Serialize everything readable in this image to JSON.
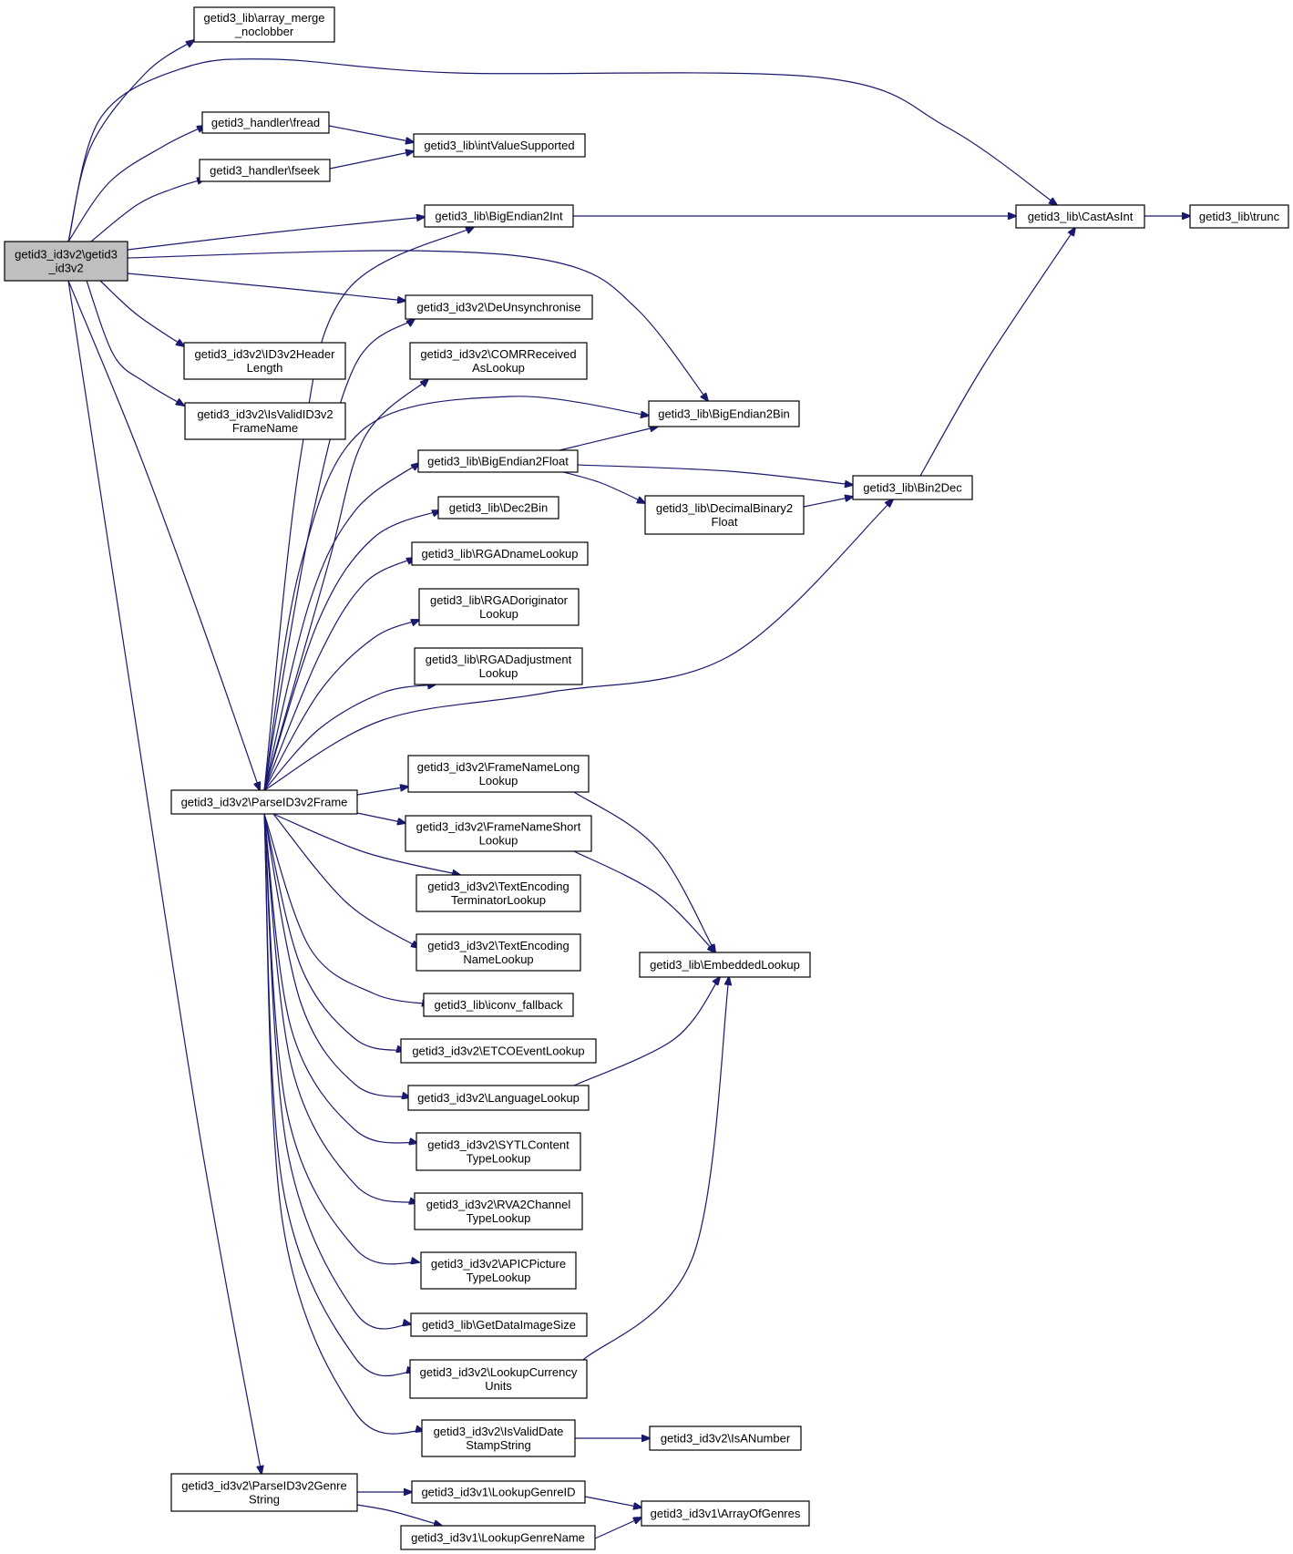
{
  "colors": {
    "edge": "#191970",
    "root_fill": "#bfbfbf",
    "node_fill": "#ffffff",
    "border": "#000000"
  },
  "nodes": [
    {
      "id": "root",
      "lines": [
        "getid3_id3v2\\getid3",
        "_id3v2"
      ],
      "root": true
    },
    {
      "id": "array_merge",
      "lines": [
        "getid3_lib\\array_merge",
        "_noclobber"
      ]
    },
    {
      "id": "fread",
      "lines": [
        "getid3_handler\\fread"
      ]
    },
    {
      "id": "fseek",
      "lines": [
        "getid3_handler\\fseek"
      ]
    },
    {
      "id": "intValueSupported",
      "lines": [
        "getid3_lib\\intValueSupported"
      ]
    },
    {
      "id": "BigEndian2Int",
      "lines": [
        "getid3_lib\\BigEndian2Int"
      ]
    },
    {
      "id": "CastAsInt",
      "lines": [
        "getid3_lib\\CastAsInt"
      ]
    },
    {
      "id": "trunc",
      "lines": [
        "getid3_lib\\trunc"
      ]
    },
    {
      "id": "DeUnsynchronise",
      "lines": [
        "getid3_id3v2\\DeUnsynchronise"
      ]
    },
    {
      "id": "ID3v2HeaderLength",
      "lines": [
        "getid3_id3v2\\ID3v2Header",
        "Length"
      ]
    },
    {
      "id": "COMR",
      "lines": [
        "getid3_id3v2\\COMRReceived",
        "AsLookup"
      ]
    },
    {
      "id": "IsValidID3v2FrameName",
      "lines": [
        "getid3_id3v2\\IsValidID3v2",
        "FrameName"
      ]
    },
    {
      "id": "BigEndian2Bin",
      "lines": [
        "getid3_lib\\BigEndian2Bin"
      ]
    },
    {
      "id": "BigEndian2Float",
      "lines": [
        "getid3_lib\\BigEndian2Float"
      ]
    },
    {
      "id": "Bin2Dec",
      "lines": [
        "getid3_lib\\Bin2Dec"
      ]
    },
    {
      "id": "DecimalBinary2Float",
      "lines": [
        "getid3_lib\\DecimalBinary2",
        "Float"
      ]
    },
    {
      "id": "Dec2Bin",
      "lines": [
        "getid3_lib\\Dec2Bin"
      ]
    },
    {
      "id": "RGADname",
      "lines": [
        "getid3_lib\\RGADnameLookup"
      ]
    },
    {
      "id": "RGADoriginator",
      "lines": [
        "getid3_lib\\RGADoriginator",
        "Lookup"
      ]
    },
    {
      "id": "RGADadjustment",
      "lines": [
        "getid3_lib\\RGADadjustment",
        "Lookup"
      ]
    },
    {
      "id": "FrameNameLong",
      "lines": [
        "getid3_id3v2\\FrameNameLong",
        "Lookup"
      ]
    },
    {
      "id": "ParseID3v2Frame",
      "lines": [
        "getid3_id3v2\\ParseID3v2Frame"
      ]
    },
    {
      "id": "FrameNameShort",
      "lines": [
        "getid3_id3v2\\FrameNameShort",
        "Lookup"
      ]
    },
    {
      "id": "TextEncTerm",
      "lines": [
        "getid3_id3v2\\TextEncoding",
        "TerminatorLookup"
      ]
    },
    {
      "id": "TextEncName",
      "lines": [
        "getid3_id3v2\\TextEncoding",
        "NameLookup"
      ]
    },
    {
      "id": "EmbeddedLookup",
      "lines": [
        "getid3_lib\\EmbeddedLookup"
      ]
    },
    {
      "id": "iconv",
      "lines": [
        "getid3_lib\\iconv_fallback"
      ]
    },
    {
      "id": "ETCO",
      "lines": [
        "getid3_id3v2\\ETCOEventLookup"
      ]
    },
    {
      "id": "Language",
      "lines": [
        "getid3_id3v2\\LanguageLookup"
      ]
    },
    {
      "id": "SYTL",
      "lines": [
        "getid3_id3v2\\SYTLContent",
        "TypeLookup"
      ]
    },
    {
      "id": "RVA2",
      "lines": [
        "getid3_id3v2\\RVA2Channel",
        "TypeLookup"
      ]
    },
    {
      "id": "APIC",
      "lines": [
        "getid3_id3v2\\APICPicture",
        "TypeLookup"
      ]
    },
    {
      "id": "GetDataImageSize",
      "lines": [
        "getid3_lib\\GetDataImageSize"
      ]
    },
    {
      "id": "LookupCurrency",
      "lines": [
        "getid3_id3v2\\LookupCurrency",
        "Units"
      ]
    },
    {
      "id": "IsValidDate",
      "lines": [
        "getid3_id3v2\\IsValidDate",
        "StampString"
      ]
    },
    {
      "id": "IsANumber",
      "lines": [
        "getid3_id3v2\\IsANumber"
      ]
    },
    {
      "id": "ParseGenre",
      "lines": [
        "getid3_id3v2\\ParseID3v2Genre",
        "String"
      ]
    },
    {
      "id": "LookupGenreID",
      "lines": [
        "getid3_id3v1\\LookupGenreID"
      ]
    },
    {
      "id": "ArrayOfGenres",
      "lines": [
        "getid3_id3v1\\ArrayOfGenres"
      ]
    },
    {
      "id": "LookupGenreName",
      "lines": [
        "getid3_id3v1\\LookupGenreName"
      ]
    }
  ],
  "edges": [
    [
      "root",
      "array_merge"
    ],
    [
      "root",
      "CastAsInt"
    ],
    [
      "root",
      "fread"
    ],
    [
      "root",
      "fseek"
    ],
    [
      "root",
      "BigEndian2Int"
    ],
    [
      "root",
      "BigEndian2Bin"
    ],
    [
      "root",
      "DeUnsynchronise"
    ],
    [
      "root",
      "ID3v2HeaderLength"
    ],
    [
      "root",
      "IsValidID3v2FrameName"
    ],
    [
      "root",
      "ParseID3v2Frame"
    ],
    [
      "root",
      "ParseGenre"
    ],
    [
      "fread",
      "intValueSupported"
    ],
    [
      "fseek",
      "intValueSupported"
    ],
    [
      "BigEndian2Int",
      "CastAsInt"
    ],
    [
      "CastAsInt",
      "trunc"
    ],
    [
      "BigEndian2Float",
      "BigEndian2Bin"
    ],
    [
      "BigEndian2Float",
      "Bin2Dec"
    ],
    [
      "BigEndian2Float",
      "DecimalBinary2Float"
    ],
    [
      "DecimalBinary2Float",
      "Bin2Dec"
    ],
    [
      "Bin2Dec",
      "CastAsInt"
    ],
    [
      "ParseID3v2Frame",
      "BigEndian2Int"
    ],
    [
      "ParseID3v2Frame",
      "DeUnsynchronise"
    ],
    [
      "ParseID3v2Frame",
      "COMR"
    ],
    [
      "ParseID3v2Frame",
      "BigEndian2Bin"
    ],
    [
      "ParseID3v2Frame",
      "BigEndian2Float"
    ],
    [
      "ParseID3v2Frame",
      "Dec2Bin"
    ],
    [
      "ParseID3v2Frame",
      "RGADname"
    ],
    [
      "ParseID3v2Frame",
      "RGADoriginator"
    ],
    [
      "ParseID3v2Frame",
      "RGADadjustment"
    ],
    [
      "ParseID3v2Frame",
      "Bin2Dec"
    ],
    [
      "ParseID3v2Frame",
      "FrameNameLong"
    ],
    [
      "ParseID3v2Frame",
      "FrameNameShort"
    ],
    [
      "ParseID3v2Frame",
      "TextEncTerm"
    ],
    [
      "ParseID3v2Frame",
      "TextEncName"
    ],
    [
      "ParseID3v2Frame",
      "iconv"
    ],
    [
      "ParseID3v2Frame",
      "ETCO"
    ],
    [
      "ParseID3v2Frame",
      "Language"
    ],
    [
      "ParseID3v2Frame",
      "SYTL"
    ],
    [
      "ParseID3v2Frame",
      "RVA2"
    ],
    [
      "ParseID3v2Frame",
      "APIC"
    ],
    [
      "ParseID3v2Frame",
      "GetDataImageSize"
    ],
    [
      "ParseID3v2Frame",
      "LookupCurrency"
    ],
    [
      "ParseID3v2Frame",
      "IsValidDate"
    ],
    [
      "FrameNameLong",
      "EmbeddedLookup"
    ],
    [
      "FrameNameShort",
      "EmbeddedLookup"
    ],
    [
      "Language",
      "EmbeddedLookup"
    ],
    [
      "LookupCurrency",
      "EmbeddedLookup"
    ],
    [
      "IsValidDate",
      "IsANumber"
    ],
    [
      "ParseGenre",
      "LookupGenreID"
    ],
    [
      "ParseGenre",
      "LookupGenreName"
    ],
    [
      "LookupGenreID",
      "ArrayOfGenres"
    ],
    [
      "LookupGenreName",
      "ArrayOfGenres"
    ]
  ]
}
